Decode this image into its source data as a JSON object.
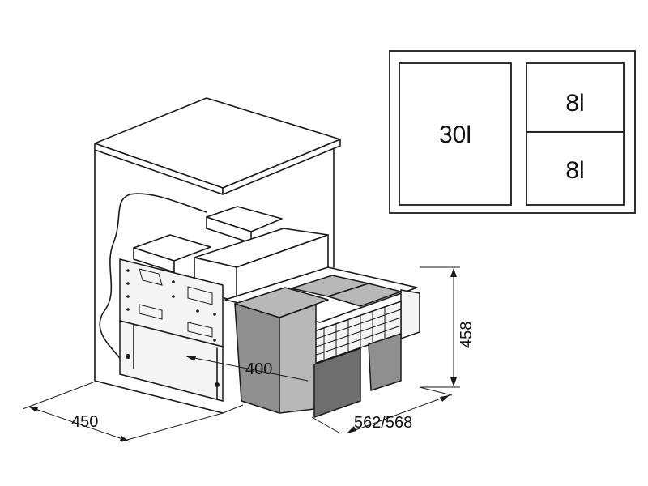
{
  "compartments": {
    "large": "30l",
    "small_top": "8l",
    "small_bottom": "8l"
  },
  "dimensions": {
    "inner_width": "400",
    "cabinet_width": "450",
    "depth": "562/568",
    "height": "458"
  },
  "colors": {
    "line": "#1a1a1a",
    "bin": "#8f8f8f",
    "background": "#ffffff"
  }
}
